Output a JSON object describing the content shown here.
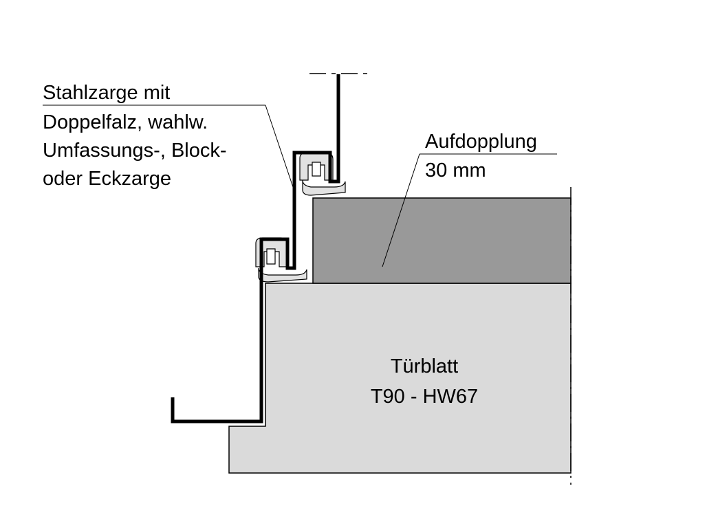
{
  "labels": {
    "frame": {
      "line1": "Stahlzarge mit",
      "line2": "Doppelfalz, wahlw.",
      "line3": "Umfassungs-, Block-",
      "line4": "oder Eckzarge"
    },
    "doubling": {
      "line1": "Aufdopplung",
      "line2": "30 mm"
    },
    "door": {
      "line1": "Türblatt",
      "line2": "T90 - HW67"
    }
  },
  "colors": {
    "door_leaf": "#dadada",
    "doubling": "#999999",
    "steel_frame": "#000000",
    "gasket": "#e2e2e2"
  }
}
